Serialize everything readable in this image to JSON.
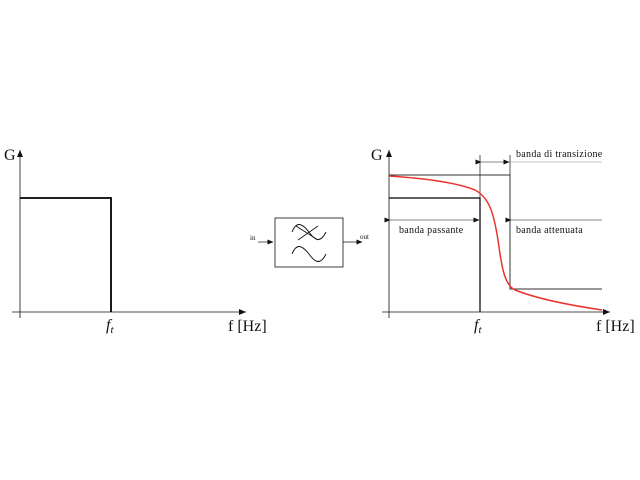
{
  "left_plot": {
    "y_axis_label": "G",
    "x_axis_label": "f [Hz]",
    "cutoff_label_main": "f",
    "cutoff_label_sub": "t"
  },
  "filter_block": {
    "input_label": "in",
    "output_label": "out"
  },
  "right_plot": {
    "y_axis_label": "G",
    "x_axis_label": "f [Hz]",
    "cutoff_label_main": "f",
    "cutoff_label_sub": "t",
    "band_labels": {
      "transition": "banda di transizione",
      "passband": "banda passante",
      "stopband": "banda attenuata"
    }
  },
  "colors": {
    "ideal": "#000000",
    "real_response": "#e8342c",
    "guides": "#555555"
  }
}
